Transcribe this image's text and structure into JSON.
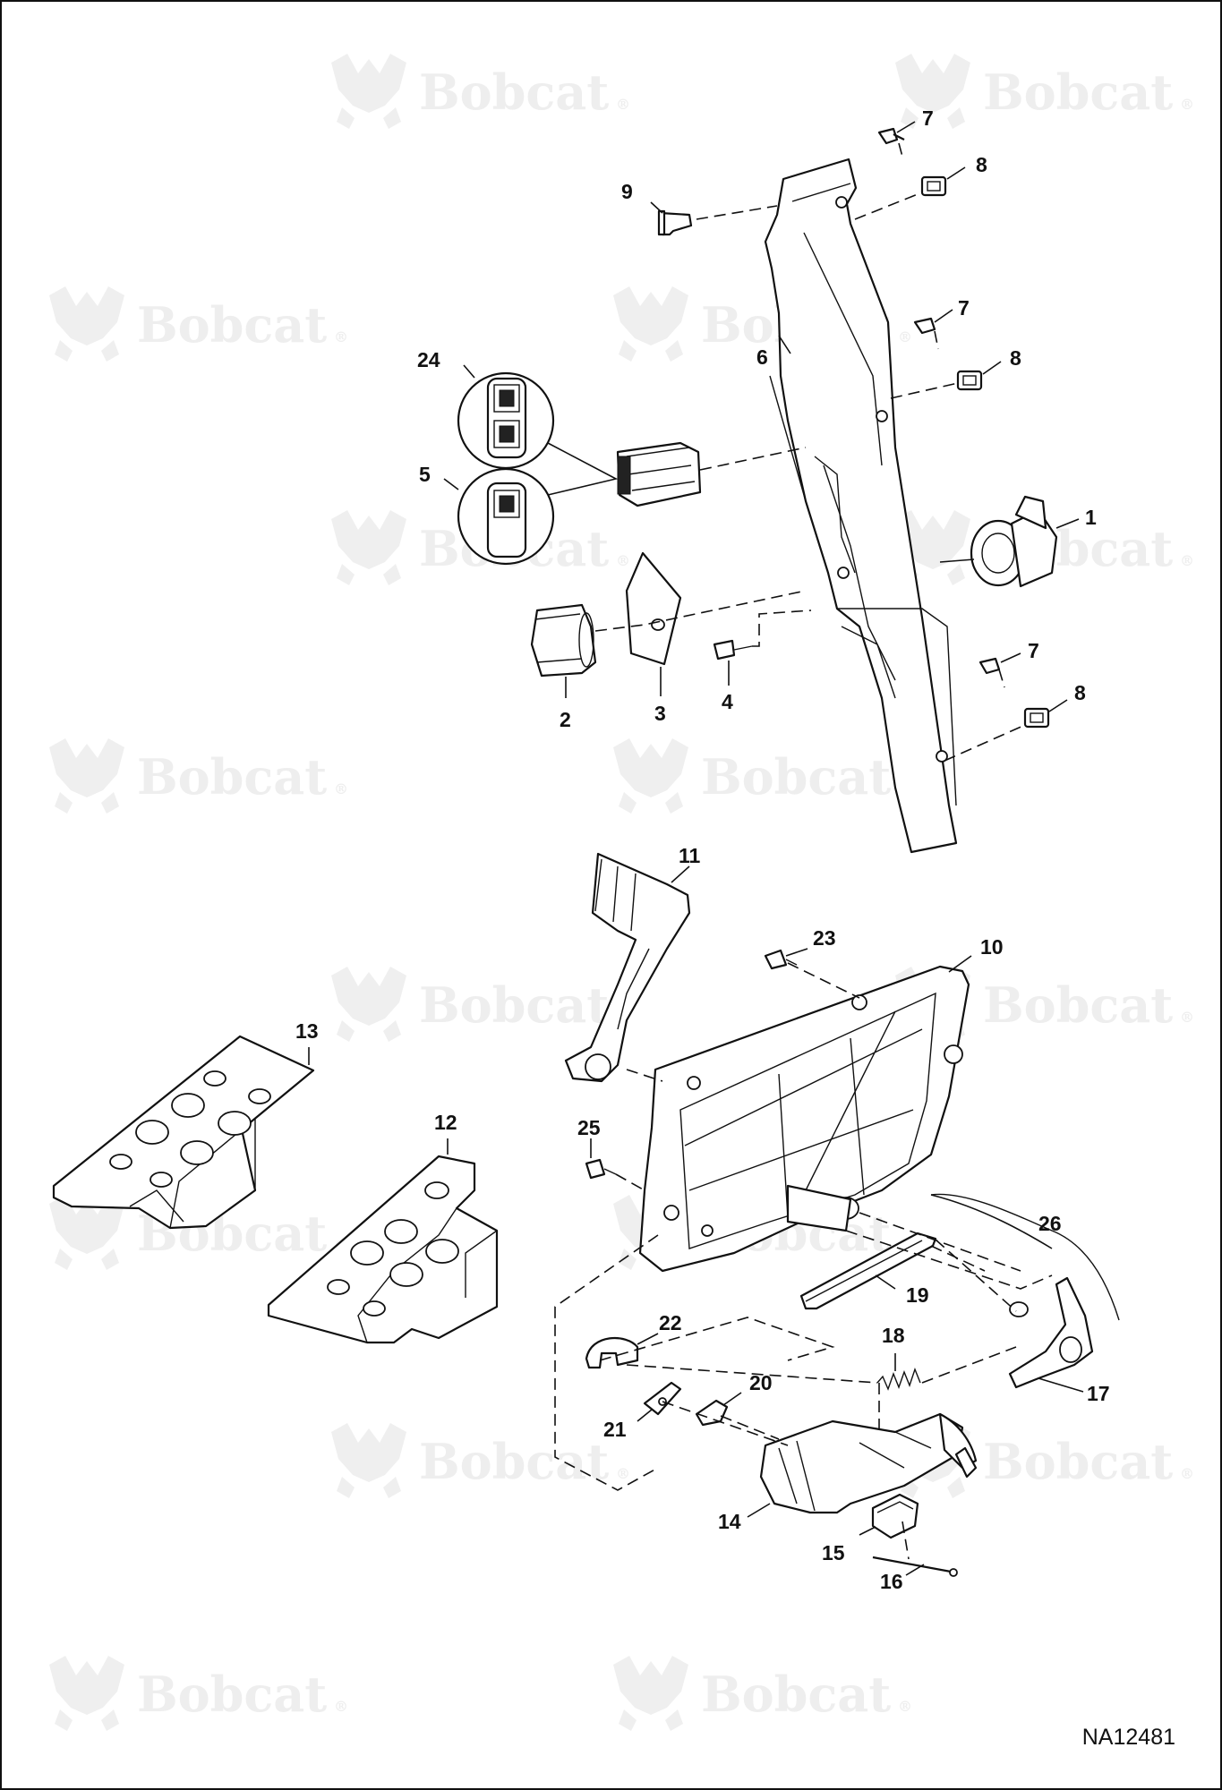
{
  "watermark": {
    "brand_text": "Bobcat",
    "registered_mark": "®"
  },
  "drawing_reference": "NA12481",
  "callouts": [
    "1",
    "2",
    "3",
    "4",
    "5",
    "6",
    "7",
    "8",
    "9",
    "10",
    "11",
    "12",
    "13",
    "14",
    "15",
    "16",
    "17",
    "18",
    "19",
    "20",
    "21",
    "22",
    "23",
    "24",
    "25",
    "26"
  ]
}
